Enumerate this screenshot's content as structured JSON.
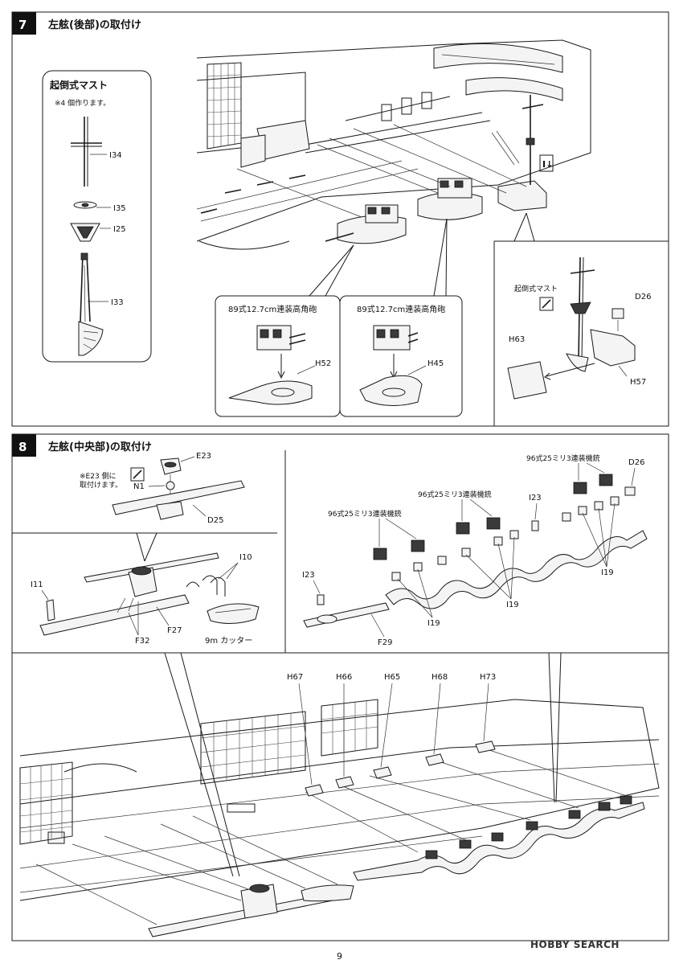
{
  "page_number": "9",
  "watermark": "HOBBY SEARCH",
  "steps": [
    {
      "number": "7",
      "title": "左舷(後部)の取付け",
      "mast_panel": {
        "title": "起倒式マスト",
        "note": "※4 個作ります。",
        "parts": [
          "I34",
          "I35",
          "I25",
          "I33"
        ]
      },
      "detail_left": {
        "caption": "89式12.7cm連装高角砲",
        "part": "H52"
      },
      "detail_right": {
        "caption": "89式12.7cm連装高角砲",
        "part": "H45"
      },
      "detail_mast": {
        "caption": "起倒式マスト",
        "parts": [
          "D26",
          "H63",
          "H57"
        ]
      },
      "symbol": "I↓"
    },
    {
      "number": "8",
      "title": "左舷(中央部)の取付け",
      "top_left": {
        "note_lines": [
          "※E23 側に",
          "取付けます。"
        ],
        "parts": [
          "E23",
          "N1",
          "D25"
        ]
      },
      "mid_left": {
        "parts": [
          "I10",
          "I11",
          "F27",
          "F32"
        ],
        "boat": "9m カッター"
      },
      "mid_right": {
        "mg_caption": "96式25ミリ3連装機銃",
        "parts": [
          "D26",
          "I23",
          "I23",
          "I19",
          "I19",
          "I19",
          "F29"
        ]
      },
      "bottom": {
        "parts": [
          "H67",
          "H66",
          "H65",
          "H68",
          "H73"
        ]
      }
    }
  ]
}
